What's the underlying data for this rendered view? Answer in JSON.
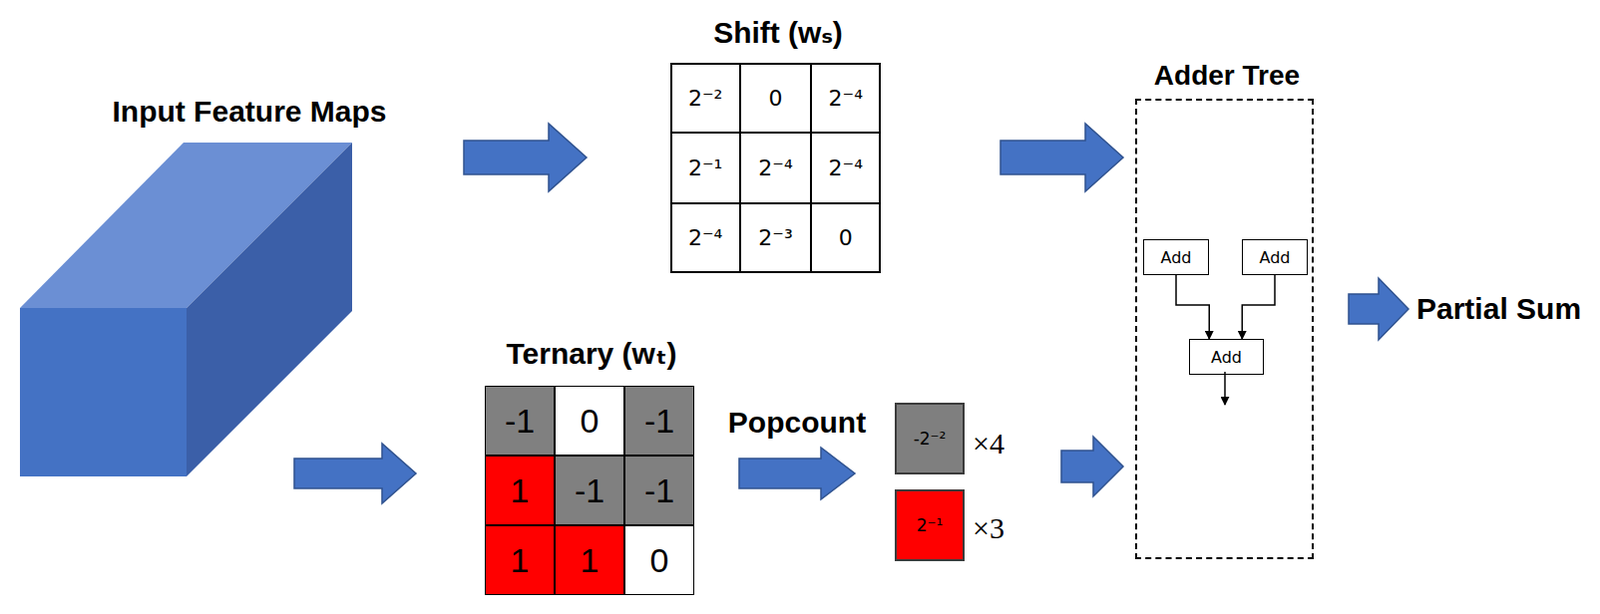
{
  "diagram": {
    "nodes": [
      {
        "text": [
          "Input Feature Maps"
        ]
      },
      {
        "text": [
          "Shift (wₛ)"
        ]
      },
      {
        "text": [
          "Ternary (wₜ)"
        ]
      },
      {
        "text": [
          "-2⁻²"
        ]
      },
      {
        "text": [
          "2⁻¹"
        ]
      },
      {
        "text": [
          "Adder Tree"
        ]
      },
      {
        "text": [
          "Add"
        ],
        "in": 5
      },
      {
        "text": [
          "Add"
        ],
        "in": 5
      },
      {
        "text": [
          "Add"
        ],
        "in": 5
      }
    ],
    "edges": [
      {
        "from": 0,
        "to": 1,
        "arrow": "to"
      },
      {
        "from": 0,
        "to": 2,
        "arrow": "to"
      },
      {
        "from": 1,
        "to": 5,
        "arrow": "to"
      },
      {
        "from": 2,
        "to": 3,
        "arrow": "to",
        "label": "Popcount"
      },
      {
        "from": 3,
        "to": 5,
        "arrow": "to"
      },
      {
        "from": 6,
        "to": 8,
        "arrow": "to"
      },
      {
        "from": 7,
        "to": 8,
        "arrow": "to"
      }
    ],
    "labels": [
      "2⁻²",
      "0",
      "2⁻⁴",
      "2⁻¹",
      "2⁻⁴",
      "2⁻⁴",
      "2⁻⁴",
      "2⁻³",
      "0",
      "-1",
      "0",
      "-1",
      "1",
      "-1",
      "-1",
      "1",
      "1",
      "0",
      "×4",
      "×3",
      "Partial Sum"
    ]
  }
}
